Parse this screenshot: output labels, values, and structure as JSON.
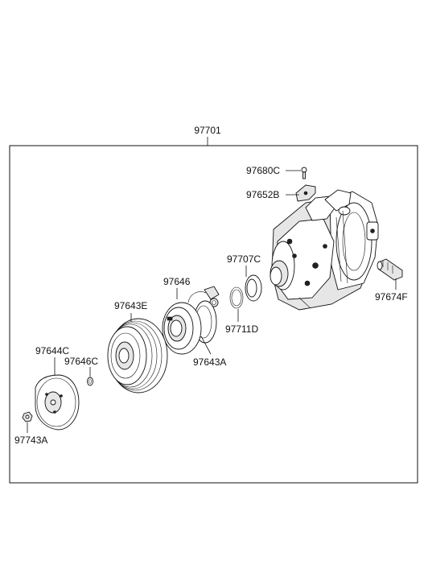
{
  "diagram": {
    "assembly_number": "97701",
    "parts": [
      {
        "id": "97680C"
      },
      {
        "id": "97652B"
      },
      {
        "id": "97707C"
      },
      {
        "id": "97646"
      },
      {
        "id": "97643E"
      },
      {
        "id": "97711D"
      },
      {
        "id": "97643A"
      },
      {
        "id": "97674F"
      },
      {
        "id": "97644C"
      },
      {
        "id": "97646C"
      },
      {
        "id": "97743A"
      }
    ]
  }
}
